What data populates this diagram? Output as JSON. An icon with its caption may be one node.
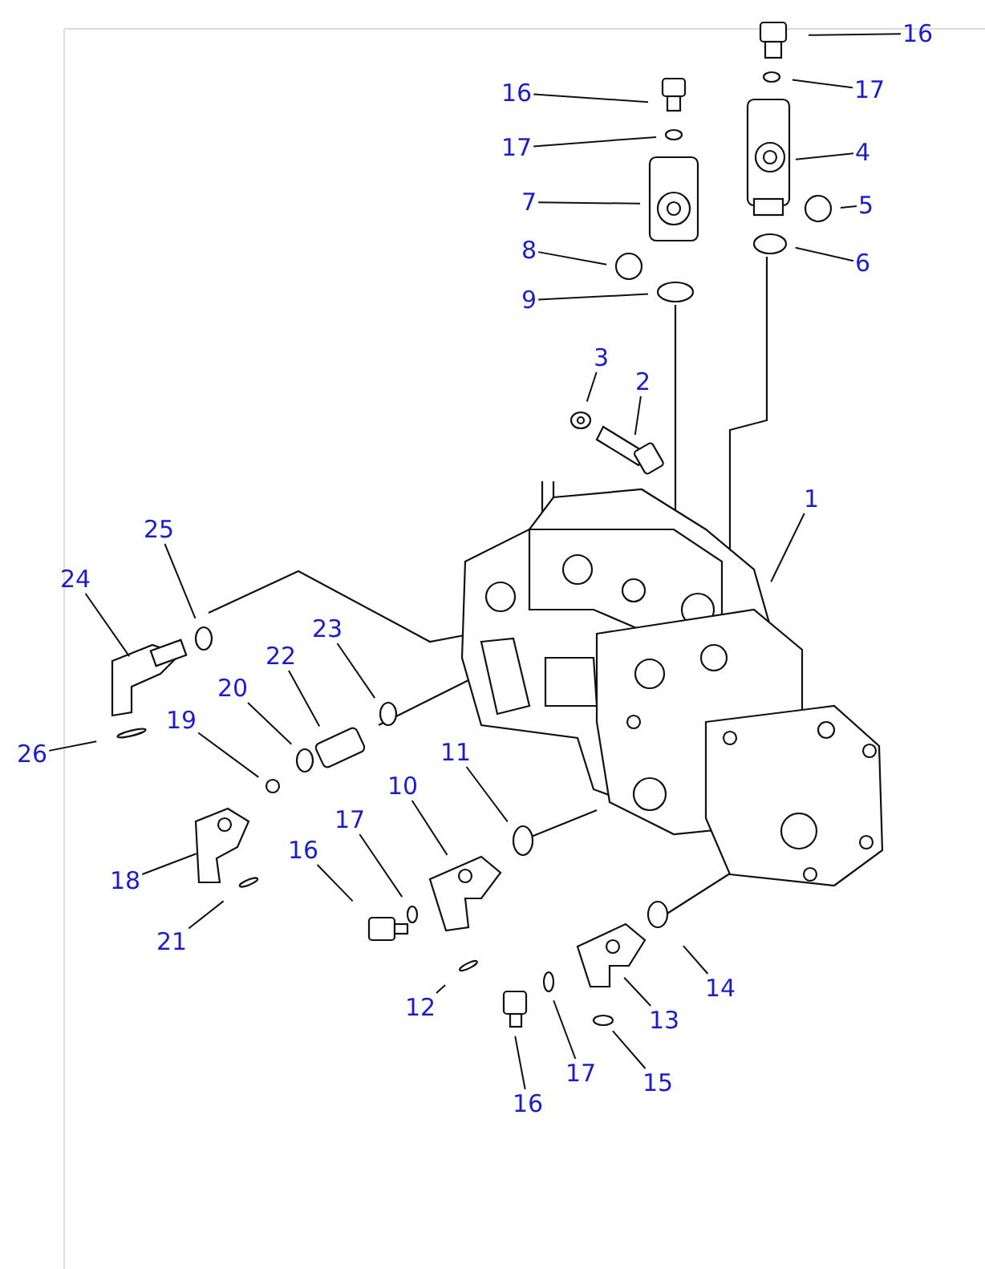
{
  "diagram": {
    "nodes": [
      {
        "text": [
          "16"
        ]
      },
      {
        "text": [
          "17"
        ]
      },
      {
        "text": [
          "4"
        ]
      },
      {
        "text": [
          "5"
        ]
      },
      {
        "text": [
          "6"
        ]
      },
      {
        "text": [
          "16"
        ]
      },
      {
        "text": [
          "17"
        ]
      },
      {
        "text": [
          "7"
        ]
      },
      {
        "text": [
          "8"
        ]
      },
      {
        "text": [
          "9"
        ]
      },
      {
        "text": [
          "3"
        ]
      },
      {
        "text": [
          "2"
        ]
      },
      {
        "text": [
          "1"
        ]
      },
      {
        "text": [
          "25"
        ]
      },
      {
        "text": [
          "24"
        ]
      },
      {
        "text": [
          "23"
        ]
      },
      {
        "text": [
          "22"
        ]
      },
      {
        "text": [
          "20"
        ]
      },
      {
        "text": [
          "19"
        ]
      },
      {
        "text": [
          "26"
        ]
      },
      {
        "text": [
          "11"
        ]
      },
      {
        "text": [
          "10"
        ]
      },
      {
        "text": [
          "18"
        ]
      },
      {
        "text": [
          "17"
        ]
      },
      {
        "text": [
          "16"
        ]
      },
      {
        "text": [
          "21"
        ]
      },
      {
        "text": [
          "12"
        ]
      },
      {
        "text": [
          "14"
        ]
      },
      {
        "text": [
          "13"
        ]
      },
      {
        "text": [
          "15"
        ]
      },
      {
        "text": [
          "17"
        ]
      },
      {
        "text": [
          "16"
        ]
      }
    ],
    "edges": [
      {
        "from": 0,
        "to": null,
        "arrow": "none"
      },
      {
        "from": 1,
        "to": null,
        "arrow": "none"
      },
      {
        "from": 2,
        "to": null,
        "arrow": "none"
      },
      {
        "from": 3,
        "to": null,
        "arrow": "none"
      },
      {
        "from": 4,
        "to": null,
        "arrow": "none"
      },
      {
        "from": 5,
        "to": null,
        "arrow": "none"
      },
      {
        "from": 6,
        "to": null,
        "arrow": "none"
      },
      {
        "from": 7,
        "to": null,
        "arrow": "none"
      },
      {
        "from": 8,
        "to": null,
        "arrow": "none"
      },
      {
        "from": 9,
        "to": null,
        "arrow": "none"
      },
      {
        "from": 10,
        "to": null,
        "arrow": "none"
      },
      {
        "from": 11,
        "to": null,
        "arrow": "none"
      },
      {
        "from": 12,
        "to": null,
        "arrow": "none"
      },
      {
        "from": 13,
        "to": null,
        "arrow": "none"
      },
      {
        "from": 14,
        "to": null,
        "arrow": "none"
      },
      {
        "from": 15,
        "to": null,
        "arrow": "none"
      },
      {
        "from": 16,
        "to": null,
        "arrow": "none"
      },
      {
        "from": 17,
        "to": null,
        "arrow": "none"
      },
      {
        "from": 18,
        "to": null,
        "arrow": "none"
      },
      {
        "from": 19,
        "to": null,
        "arrow": "none"
      },
      {
        "from": 20,
        "to": null,
        "arrow": "none"
      },
      {
        "from": 21,
        "to": null,
        "arrow": "none"
      },
      {
        "from": 22,
        "to": null,
        "arrow": "none"
      },
      {
        "from": 23,
        "to": null,
        "arrow": "none"
      },
      {
        "from": 24,
        "to": null,
        "arrow": "none"
      },
      {
        "from": 25,
        "to": null,
        "arrow": "none"
      },
      {
        "from": 26,
        "to": null,
        "arrow": "none"
      },
      {
        "from": 27,
        "to": null,
        "arrow": "none"
      },
      {
        "from": 28,
        "to": null,
        "arrow": "none"
      },
      {
        "from": 29,
        "to": null,
        "arrow": "none"
      },
      {
        "from": 30,
        "to": null,
        "arrow": "none"
      },
      {
        "from": 31,
        "to": null,
        "arrow": "none"
      }
    ]
  }
}
